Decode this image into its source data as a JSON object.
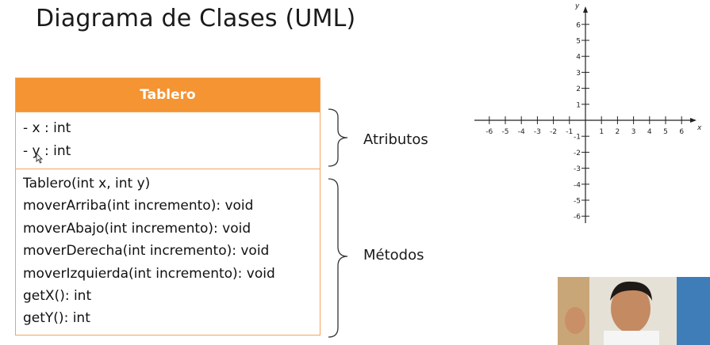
{
  "title": "Diagrama de Clases (UML)",
  "uml": {
    "class_name": "Tablero",
    "attributes": [
      "- x : int",
      "- y : int"
    ],
    "methods": [
      "Tablero(int x, int y)",
      "moverArriba(int incremento): void",
      "moverAbajo(int incremento): void",
      "moverDerecha(int incremento): void",
      "moverIzquierda(int incremento): void",
      "getX(): int",
      "getY(): int"
    ]
  },
  "labels": {
    "atributos": "Atributos",
    "metodos": "Métodos"
  },
  "plane": {
    "x_axis_label": "x",
    "y_axis_label": "y",
    "x_ticks": [
      "-6",
      "-5",
      "-4",
      "-3",
      "-2",
      "-1",
      "1",
      "2",
      "3",
      "4",
      "5",
      "6"
    ],
    "y_ticks": [
      "6",
      "5",
      "4",
      "3",
      "2",
      "1",
      "-1",
      "-2",
      "-3",
      "-4",
      "-5",
      "-6"
    ]
  },
  "colors": {
    "header": "#f49433",
    "border": "#f4a35a"
  }
}
